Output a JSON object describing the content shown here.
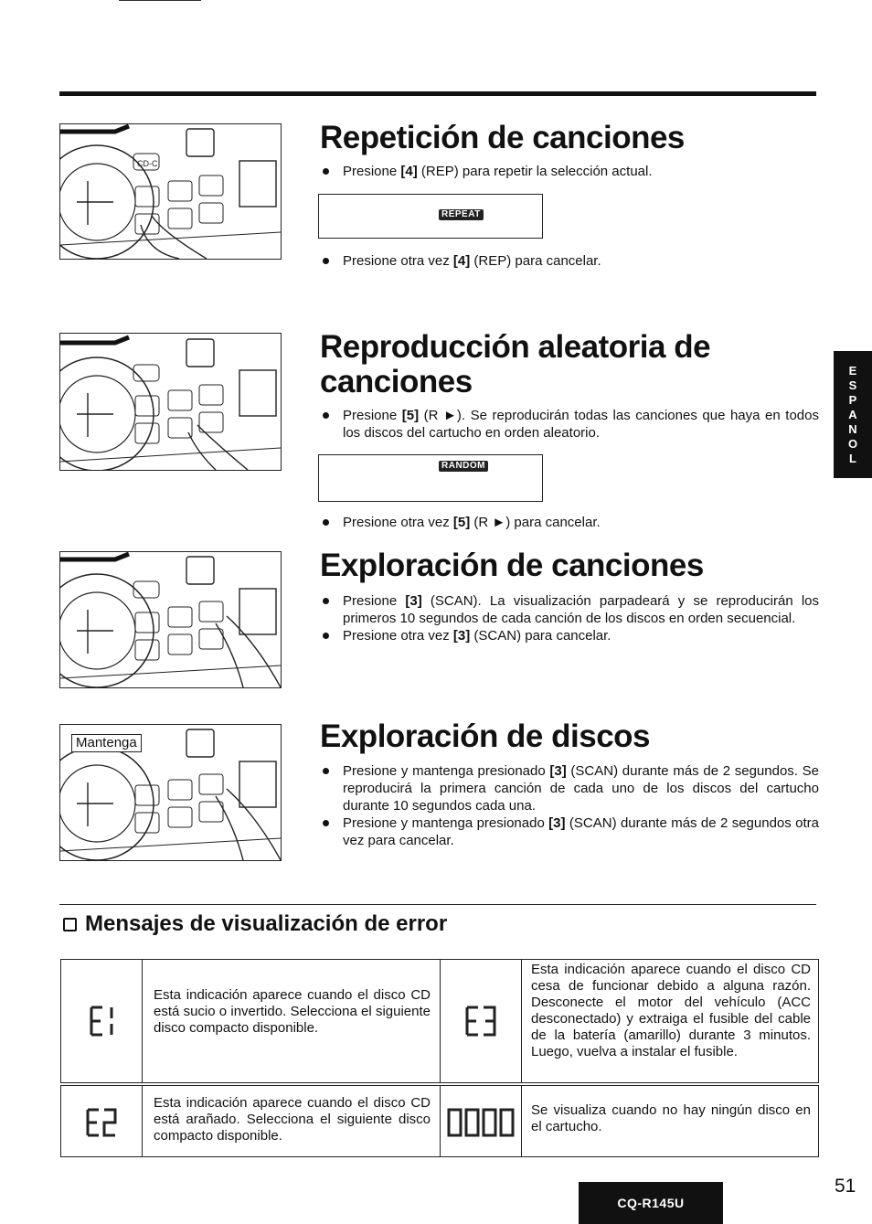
{
  "sections": [
    {
      "title": "Repetición de canciones",
      "bullets": [
        {
          "pre": "Presione ",
          "key": "[4]",
          "post": " (REP) para repetir la selección actual."
        }
      ],
      "display_tag": "REPEAT",
      "bullets_after": [
        {
          "pre": "Presione otra vez ",
          "key": "[4]",
          "post": " (REP) para cancelar."
        }
      ]
    },
    {
      "title_line1": "Reproducción aleatoria de",
      "title_line2": "canciones",
      "bullets": [
        {
          "pre": "Presione ",
          "key": "[5]",
          "post": " (R ►). Se reproducirán todas las canciones que haya en todos los discos del cartucho en orden aleatorio."
        }
      ],
      "display_tag": "RANDOM",
      "bullets_after": [
        {
          "pre": "Presione otra vez ",
          "key": "[5]",
          "post": " (R ►) para cancelar."
        }
      ]
    },
    {
      "title": "Exploración de canciones",
      "bullets": [
        {
          "pre": "Presione ",
          "key": "[3]",
          "post": " (SCAN). La visualización parpadeará y se reproducirán los primeros 10 segundos de cada canción de los discos en orden secuencial."
        },
        {
          "pre": "Presione otra vez ",
          "key": "[3]",
          "post": " (SCAN) para cancelar."
        }
      ]
    },
    {
      "title": "Exploración de discos",
      "illus_label": "Mantenga",
      "bullets": [
        {
          "pre": "Presione y mantenga presionado ",
          "key": "[3]",
          "post": " (SCAN) durante más de 2 segundos. Se reproducirá la primera canción de cada uno de los discos del cartucho durante 10 segundos cada una."
        },
        {
          "pre": "Presione y mantenga presionado ",
          "key": "[3]",
          "post": " (SCAN) durante más de 2 segundos otra vez para cancelar."
        }
      ]
    }
  ],
  "side_tab": [
    "E",
    "S",
    "P",
    "A",
    "N",
    "O",
    "L"
  ],
  "error_section": {
    "title": "Mensajes de visualización de error",
    "items": [
      {
        "code": "E1",
        "text": "Esta indicación aparece cuando el disco CD está sucio o invertido. Selecciona el siguiente disco compacto disponible."
      },
      {
        "code": "E3",
        "text": "Esta indicación aparece cuando el disco CD cesa de funcionar debido a alguna razón. Desconecte el motor del vehículo (ACC desconectado) y extraiga el fusible del cable de la batería (amarillo) durante 3 minutos. Luego, vuelva a instalar el fusible."
      },
      {
        "code": "E2",
        "text": "Esta indicación aparece cuando el disco CD está arañado. Selecciona el siguiente disco compacto disponible."
      },
      {
        "code": "0000",
        "text": "Se visualiza cuando no hay ningún disco en el cartucho."
      }
    ]
  },
  "footer": {
    "model": "CQ-R145U",
    "page": "51"
  }
}
